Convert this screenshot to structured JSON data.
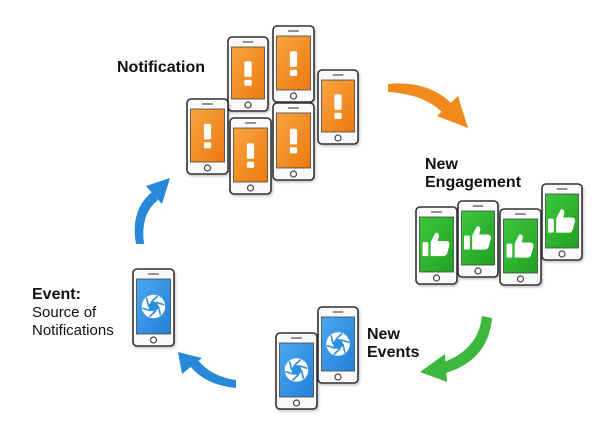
{
  "labels": {
    "notification": "Notification",
    "new_engagement_line1": "New",
    "new_engagement_line2": "Engagement",
    "new_events_line1": "New",
    "new_events_line2": "Events",
    "event_title": "Event:",
    "event_sub1": "Source of",
    "event_sub2": "Notifications"
  },
  "colors": {
    "orange": "#f58220",
    "green": "#2eb22e",
    "blue": "#2f8fe0",
    "arrow_orange": "#f08a1c",
    "arrow_green": "#3cb83c",
    "arrow_blue": "#2a88d8",
    "phone_frame": "#333333"
  },
  "phone_groups": [
    {
      "name": "notification",
      "screen": "orange",
      "icon": "exclamation-icon",
      "count": 6
    },
    {
      "name": "engagement",
      "screen": "green",
      "icon": "thumbs-up-icon",
      "count": 4
    },
    {
      "name": "new-events",
      "screen": "blue",
      "icon": "shutter-icon",
      "count": 2
    },
    {
      "name": "event-source",
      "screen": "blue",
      "icon": "shutter-icon",
      "count": 1
    }
  ]
}
